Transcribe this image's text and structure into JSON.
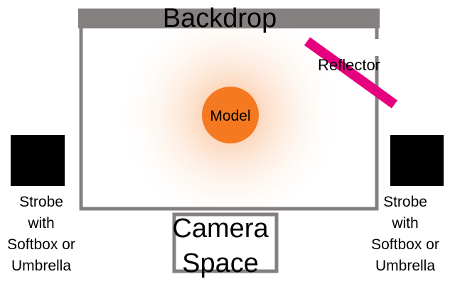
{
  "labels": {
    "backdrop": "Backdrop",
    "reflector": "Reflector",
    "model": "Model",
    "camera_lines": [
      "Camera",
      "Space"
    ],
    "strobe_left_lines": [
      "Strobe",
      "with",
      "Softbox or",
      "Umbrella"
    ],
    "strobe_right_lines": [
      "Strobe",
      "with",
      "Softbox or",
      "Umbrella"
    ]
  },
  "colors": {
    "wall": "#858080",
    "model": "#f47920",
    "reflector": "#e6007e",
    "strobe": "#000000"
  }
}
